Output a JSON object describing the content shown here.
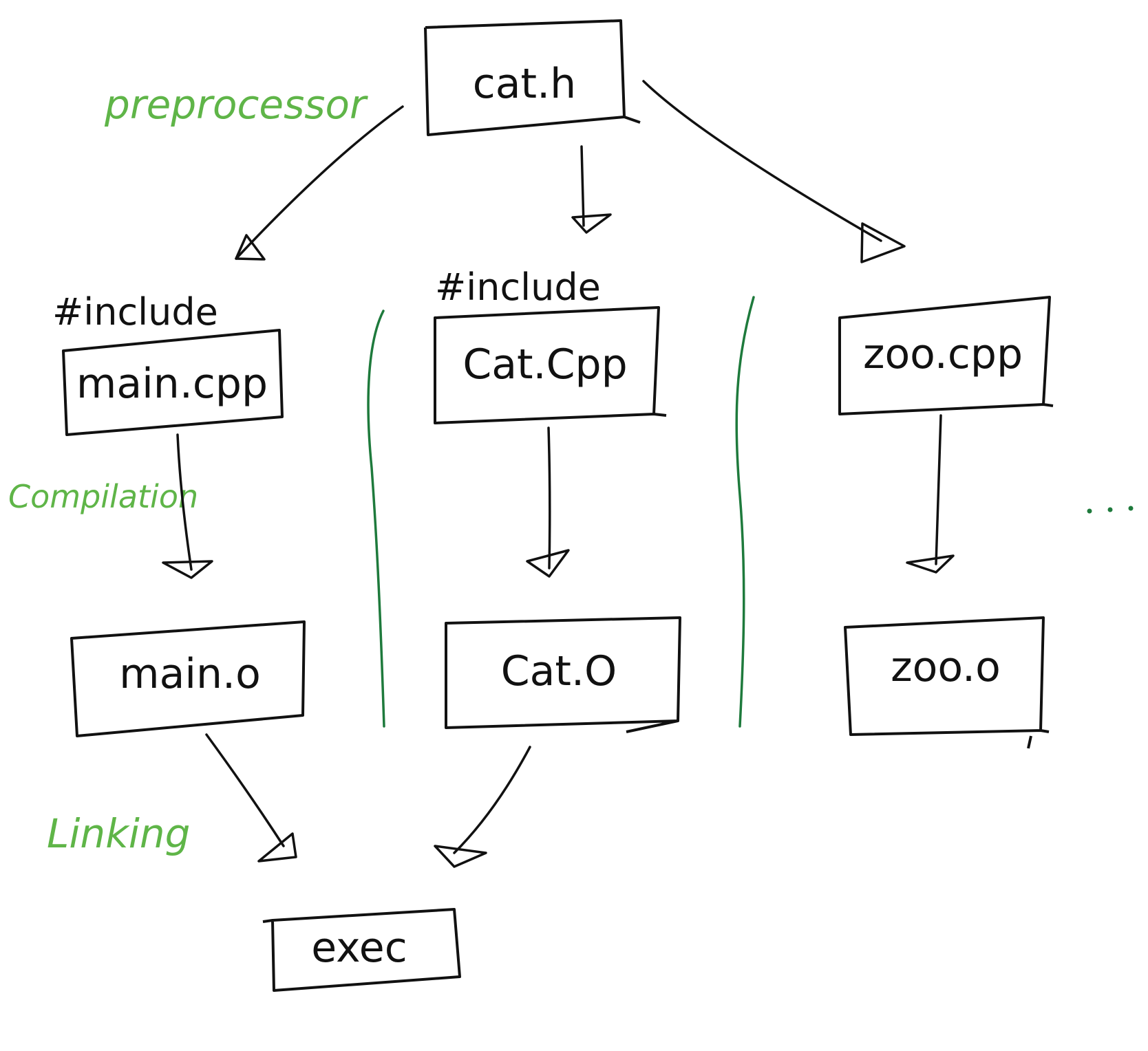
{
  "colors": {
    "ink": "#111111",
    "stage_label": "#5fb548",
    "divider": "#1e7a3c"
  },
  "nodes": {
    "header": "cat.h",
    "main_cpp": "main.cpp",
    "cat_cpp": "Cat.Cpp",
    "zoo_cpp": "zoo.cpp",
    "main_o": "main.o",
    "cat_o": "Cat.O",
    "zoo_o": "zoo.o",
    "exec": "exec"
  },
  "include_labels": {
    "left": "#include",
    "center": "#include"
  },
  "stages": {
    "preprocessor": "preprocessor",
    "compilation": "Compilation",
    "linking": "Linking"
  },
  "ellipsis": "..."
}
